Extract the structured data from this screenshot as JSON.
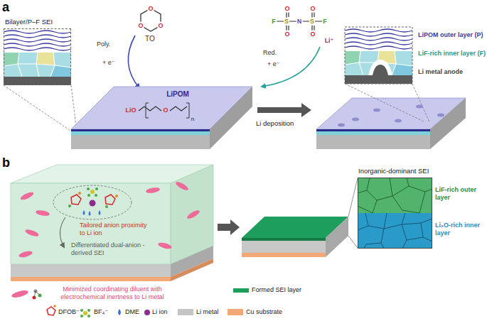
{
  "diagram": {
    "nodes": [
      {
        "text": [
          "Bilayer/P–F SEI"
        ]
      },
      {
        "text": [
          "Inorganic-dominant SEI"
        ]
      }
    ],
    "labels": [
      "a",
      "O",
      "O",
      "O",
      "TO",
      "Poly.",
      "+ e⁻",
      "LiPOM",
      "LiO",
      "O",
      "n",
      "F",
      "S",
      "N",
      "S",
      "F",
      "O",
      "O",
      "O",
      "O",
      "Li⁺",
      "Red.",
      "+ e⁻",
      "Li deposition",
      "LiPOM outer layer (P)",
      "LiF-rich inner layer (F)",
      "Li metal anode",
      "b",
      "Tailored anion proximity to Li ion",
      "Differentiated dual-anion -derived SEI",
      "LiF-rich outer layer",
      "Li₂O-rich inner layer"
    ],
    "legend": [
      {
        "text": "Minimized coordinating diluent with electrochemical inertness to Li metal"
      },
      {
        "text": "Formed SEI layer",
        "color": "#1e9e5c"
      },
      {
        "text": "DFOB⁻"
      },
      {
        "text": "BF₄⁻"
      },
      {
        "text": "DME"
      },
      {
        "text": "Li ion",
        "color": "#8e2c8e"
      },
      {
        "text": "Li metal",
        "color": "#c4c4c4"
      },
      {
        "text": "Cu substrate",
        "color": "#f2a877"
      }
    ]
  }
}
